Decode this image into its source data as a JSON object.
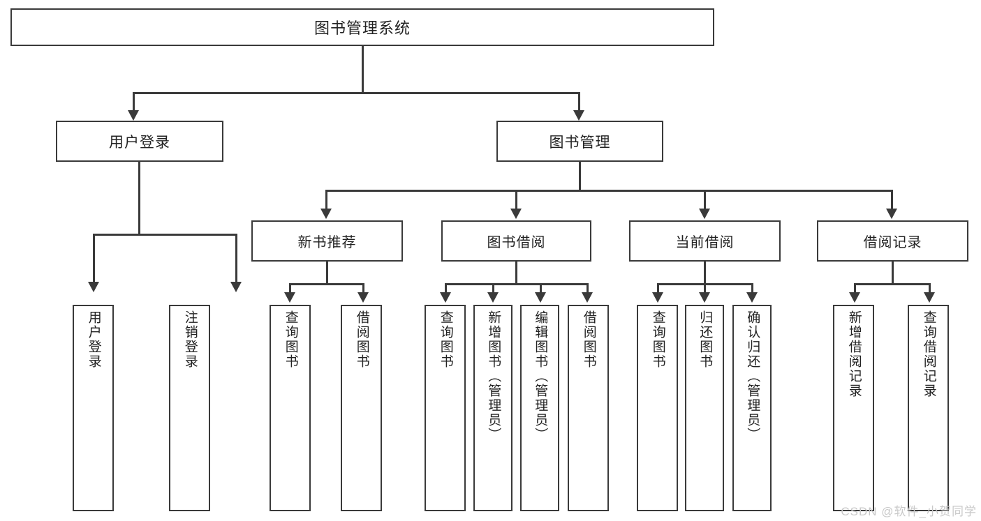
{
  "diagram": {
    "type": "tree",
    "title": "图书管理系统",
    "watermark": "CSDN @软件_小贺同学",
    "nodes": {
      "root": {
        "label": "图书管理系统"
      },
      "level2": [
        {
          "id": "user-login",
          "label": "用户登录"
        },
        {
          "id": "book-manage",
          "label": "图书管理"
        }
      ],
      "level3": [
        {
          "id": "new-book-rec",
          "label": "新书推荐",
          "parent": "book-manage"
        },
        {
          "id": "book-borrow",
          "label": "图书借阅",
          "parent": "book-manage"
        },
        {
          "id": "current-borrow",
          "label": "当前借阅",
          "parent": "book-manage"
        },
        {
          "id": "borrow-record",
          "label": "借阅记录",
          "parent": "book-manage"
        }
      ],
      "leaves": [
        {
          "id": "leaf-user-login",
          "label": "用户登录",
          "parent": "user-login"
        },
        {
          "id": "leaf-logout",
          "label": "注销登录",
          "parent": "user-login"
        },
        {
          "id": "leaf-query-book-1",
          "label": "查询图书",
          "parent": "new-book-rec"
        },
        {
          "id": "leaf-borrow-book-1",
          "label": "借阅图书",
          "parent": "new-book-rec"
        },
        {
          "id": "leaf-query-book-2",
          "label": "查询图书",
          "parent": "book-borrow"
        },
        {
          "id": "leaf-add-book",
          "label": "新增图书（管理员）",
          "parent": "book-borrow"
        },
        {
          "id": "leaf-edit-book",
          "label": "编辑图书（管理员）",
          "parent": "book-borrow"
        },
        {
          "id": "leaf-borrow-book-2",
          "label": "借阅图书",
          "parent": "book-borrow"
        },
        {
          "id": "leaf-query-book-3",
          "label": "查询图书",
          "parent": "current-borrow"
        },
        {
          "id": "leaf-return-book",
          "label": "归还图书",
          "parent": "current-borrow"
        },
        {
          "id": "leaf-confirm-return",
          "label": "确认归还（管理员）",
          "parent": "current-borrow"
        },
        {
          "id": "leaf-add-record",
          "label": "新增借阅记录",
          "parent": "borrow-record"
        },
        {
          "id": "leaf-query-record",
          "label": "查询借阅记录",
          "parent": "borrow-record"
        }
      ]
    },
    "colors": {
      "box_border": "#3a3a3a",
      "box_fill": "#ffffff",
      "text": "#222222",
      "connector": "#3a3a3a",
      "watermark": "#c9c9c9"
    }
  }
}
